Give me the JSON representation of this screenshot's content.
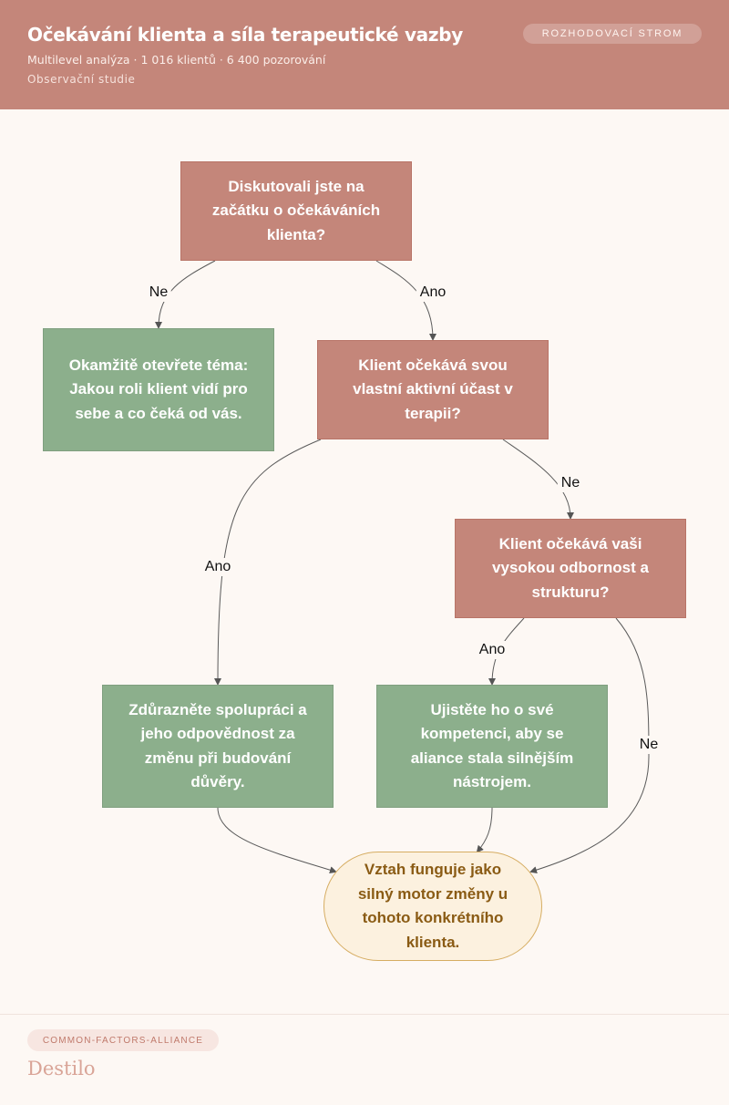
{
  "header": {
    "title": "Očekávání klienta a síla terapeutické vazby",
    "subtitle": "Multilevel analýza · 1 016 klientů · 6 400 pozorování",
    "study_type": "Observační studie",
    "badge": "ROZHODOVACÍ STROM"
  },
  "colors": {
    "header_bg": "#c4867a",
    "question_node": "#c4867a",
    "advice_node": "#8caf8c",
    "outcome_fill": "#fcf1df",
    "outcome_border": "#d6ad62",
    "outcome_text": "#8a5b14",
    "page_bg": "#fdf8f4"
  },
  "nodes": {
    "q1": "Diskutovali jste na začátku o očekáváních klienta?",
    "a1": "Okamžitě otevřete téma: Jakou roli klient vidí pro sebe a co čeká od vás.",
    "q2": "Klient očekává svou vlastní aktivní účast v terapii?",
    "q3": "Klient očekává vaši vysokou odbornost a strukturu?",
    "a2": "Zdůrazněte spolupráci a jeho odpovědnost za změnu při budování důvěry.",
    "a3": "Ujistěte ho o své kompetenci, aby se aliance stala silnějším nástrojem.",
    "outcome": "Vztah funguje jako silný motor změny u tohoto konkrétního klienta."
  },
  "edges": {
    "q1_no": "Ne",
    "q1_yes": "Ano",
    "q2_no": "Ne",
    "q2_yes": "Ano",
    "q3_yes": "Ano",
    "q3_no": "Ne"
  },
  "footer": {
    "tag": "COMMON-FACTORS-ALLIANCE",
    "brand": "Destilo"
  }
}
